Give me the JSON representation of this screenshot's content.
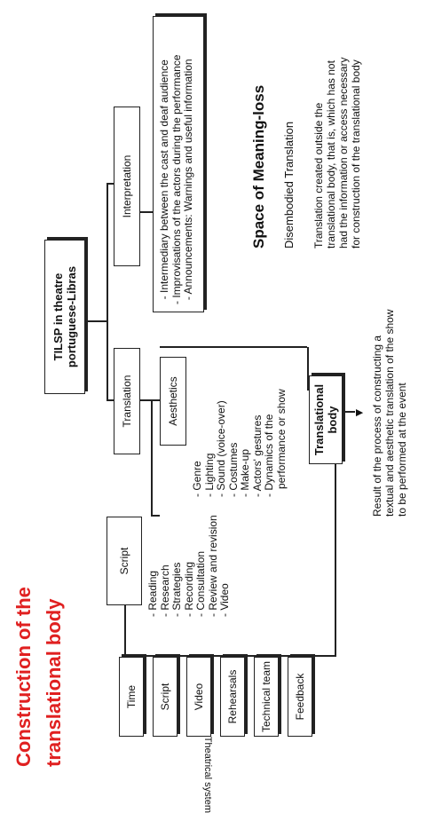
{
  "title": {
    "line1": "Construction  of  the",
    "line2": "translational body"
  },
  "root": {
    "label": "TILSP in theatre portuguese-Libras",
    "line1": "TILSP in theatre",
    "line2": "portuguese-Libras"
  },
  "branches": {
    "interpretation": "Interpretation",
    "translation": "Translation"
  },
  "interpretation_items": [
    "Intermediary between the cast and deaf audience",
    "Improvisations of the actors during the performance",
    "Announcements: Warnings and useful information"
  ],
  "space": {
    "title": "Space of Meaning-loss",
    "subtitle": "Disembodied Translation",
    "description_lines": [
      "Translation created outside the",
      "translational body, that is, which has not",
      "had the information or access necessary",
      "for construction of the translational body"
    ]
  },
  "translation_children": {
    "script": "Script",
    "aesthetics": "Aesthetics"
  },
  "aesthetics_items": [
    "Genre",
    "Lighting",
    "Sound (voice-over)",
    "Costumes",
    "Make-up",
    "Actors' gestures",
    "Dynamics of the",
    "performance or show"
  ],
  "script_items": [
    "Reading",
    "Research",
    "Strategies",
    "Recording",
    "Consultation",
    "Review and revision",
    "Video"
  ],
  "translational_body": {
    "label": "Translational body",
    "result_lines": [
      "Result of the process of constructing a",
      "textual and aesthetic translation of the show",
      "to be performed at the event"
    ]
  },
  "theatrical_system": {
    "label": "Theatrical system",
    "items": [
      "Time",
      "Script",
      "Video",
      "Rehearsals",
      "Technical team",
      "Feedback"
    ]
  },
  "colors": {
    "title": "#e02020",
    "stroke": "#222222"
  }
}
